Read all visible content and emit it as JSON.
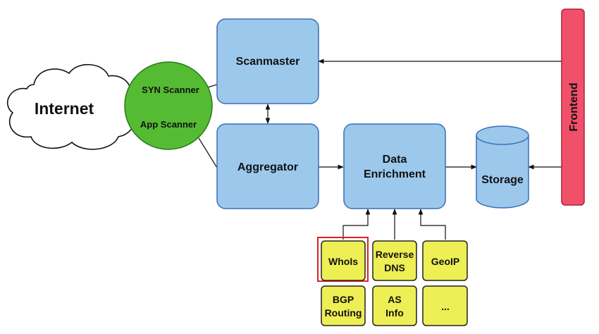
{
  "internet": {
    "label": "Internet"
  },
  "scanner": {
    "top_label": "SYN Scanner",
    "bottom_label": "App Scanner"
  },
  "scanmaster": {
    "label": "Scanmaster"
  },
  "aggregator": {
    "label": "Aggregator"
  },
  "data_enrichment": {
    "line1": "Data",
    "line2": "Enrichment"
  },
  "storage": {
    "label": "Storage"
  },
  "frontend": {
    "label": "Frontend"
  },
  "sources": {
    "whois": "WhoIs",
    "reverse_dns_line1": "Reverse",
    "reverse_dns_line2": "DNS",
    "geoip": "GeoIP",
    "bgp_line1": "BGP",
    "bgp_line2": "Routing",
    "as_line1": "AS",
    "as_line2": "Info",
    "more": "..."
  },
  "colors": {
    "process_fill": "#9cc8ec",
    "process_stroke": "#3a6fb8",
    "scanner_fill": "#55bb33",
    "scanner_stroke": "#2a7a1a",
    "frontend_fill": "#f0506a",
    "frontend_stroke": "#b0203a",
    "source_fill": "#eeee55",
    "source_stroke": "#222222",
    "highlight": "#dd2222"
  }
}
